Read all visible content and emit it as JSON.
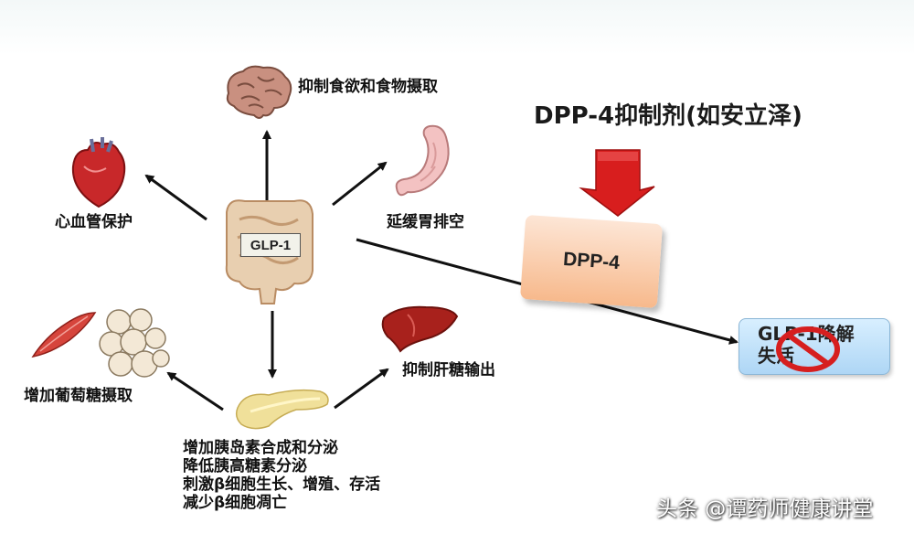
{
  "labels": {
    "appetite": "抑制食欲和食物摄取",
    "cardio": "心血管保护",
    "gastric": "延缓胃排空",
    "glucose_uptake": "增加葡萄糖摄取",
    "liver": "抑制肝糖输出"
  },
  "glp1_label": "GLP-1",
  "dpp4_title": "DPP-4抑制剂(如安立泽)",
  "dpp4_label": "DPP-4",
  "result_label": [
    "GLP-1降解",
    "失活"
  ],
  "pancreas_effects": [
    "增加胰岛素合成和分泌",
    "降低胰高糖素分泌",
    "刺激β细胞生长、增殖、存活",
    "减少β细胞凋亡"
  ],
  "watermark": "头条 @谭药师健康讲堂",
  "colors": {
    "red_arrow": "#d81e1e",
    "dpp4_box": "#f7b98c",
    "result_box": "#aed6f5",
    "ban_symbol": "#d61f1f"
  },
  "icons": [
    "intestine-icon",
    "brain-icon",
    "heart-icon",
    "stomach-icon",
    "muscle-icon",
    "fat-cells-icon",
    "liver-icon",
    "pancreas-icon",
    "no-sign-icon"
  ]
}
